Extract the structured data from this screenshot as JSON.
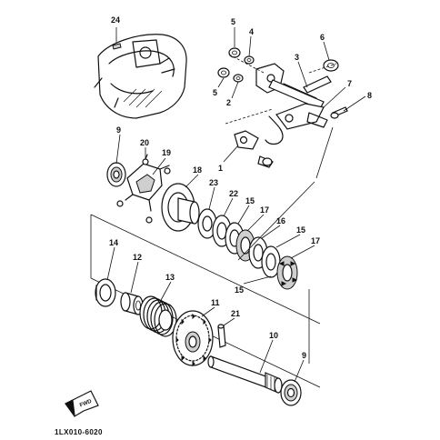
{
  "diagram_code": "1LX010-6020",
  "fwd_label": "FWD",
  "callouts": [
    {
      "id": "c-24",
      "text": "24"
    },
    {
      "id": "c-5a",
      "text": "5"
    },
    {
      "id": "c-4",
      "text": "4"
    },
    {
      "id": "c-3",
      "text": "3"
    },
    {
      "id": "c-6",
      "text": "6"
    },
    {
      "id": "c-5b",
      "text": "5"
    },
    {
      "id": "c-2",
      "text": "2"
    },
    {
      "id": "c-7",
      "text": "7"
    },
    {
      "id": "c-8",
      "text": "8"
    },
    {
      "id": "c-1",
      "text": "1"
    },
    {
      "id": "c-9a",
      "text": "9"
    },
    {
      "id": "c-20",
      "text": "20"
    },
    {
      "id": "c-19",
      "text": "19"
    },
    {
      "id": "c-18",
      "text": "18"
    },
    {
      "id": "c-23",
      "text": "23"
    },
    {
      "id": "c-22",
      "text": "22"
    },
    {
      "id": "c-15a",
      "text": "15"
    },
    {
      "id": "c-17a",
      "text": "17"
    },
    {
      "id": "c-16",
      "text": "16"
    },
    {
      "id": "c-15b",
      "text": "15"
    },
    {
      "id": "c-17b",
      "text": "17"
    },
    {
      "id": "c-15c",
      "text": "15"
    },
    {
      "id": "c-14",
      "text": "14"
    },
    {
      "id": "c-12",
      "text": "12"
    },
    {
      "id": "c-13",
      "text": "13"
    },
    {
      "id": "c-11",
      "text": "11"
    },
    {
      "id": "c-21",
      "text": "21"
    },
    {
      "id": "c-10",
      "text": "10"
    },
    {
      "id": "c-9b",
      "text": "9"
    }
  ]
}
